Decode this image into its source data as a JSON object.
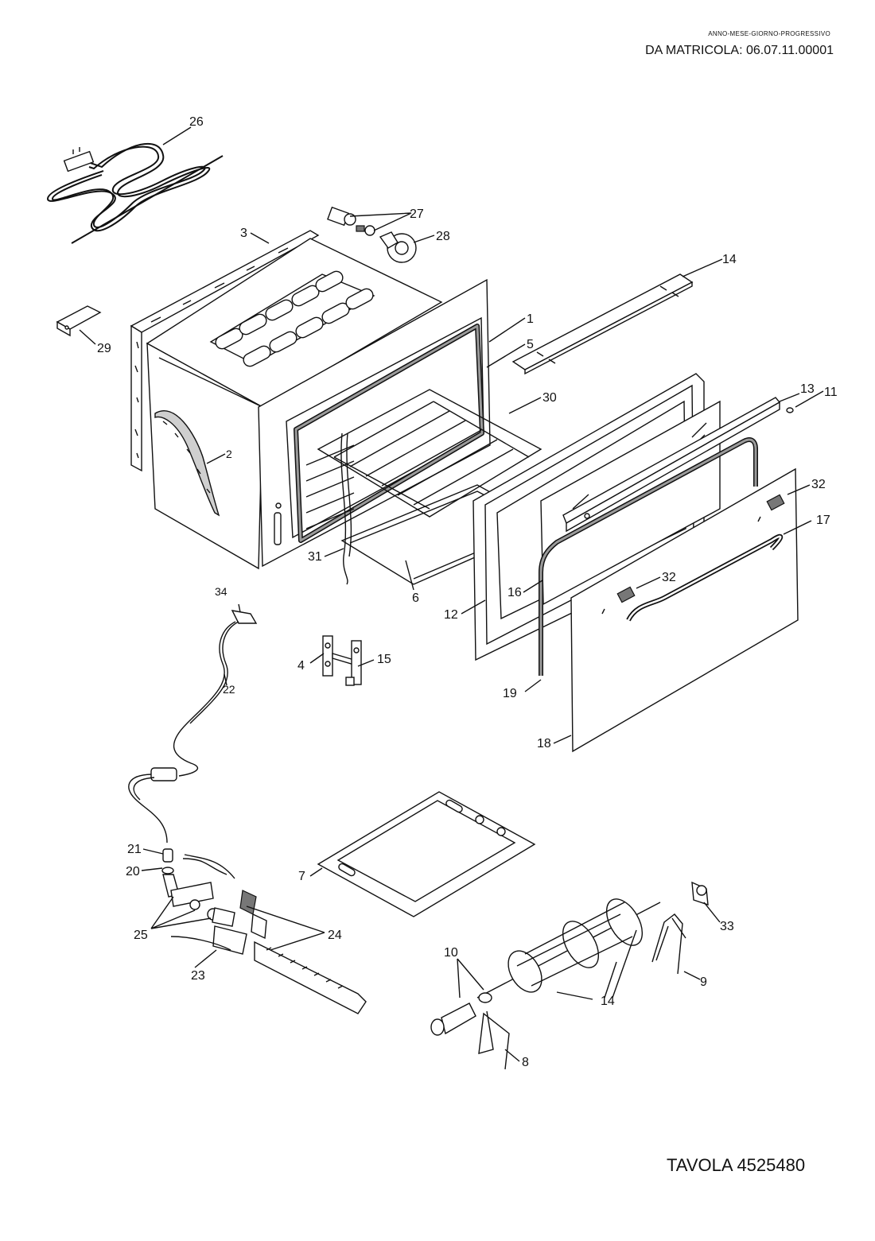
{
  "header": {
    "format_note": "ANNO-MESE-GIORNO-PROGRESSIVO",
    "serial_from": "DA MATRICOLA: 06.07.11.00001"
  },
  "footer": {
    "table_ref": "TAVOLA 4525480"
  },
  "callouts": {
    "c1": "1",
    "c2": "2",
    "c3": "3",
    "c4": "4",
    "c5": "5",
    "c6": "6",
    "c7": "7",
    "c8": "8",
    "c9": "9",
    "c10": "10",
    "c11": "11",
    "c12": "12",
    "c13": "13",
    "c14a": "14",
    "c14b": "14",
    "c15": "15",
    "c16": "16",
    "c17": "17",
    "c18": "18",
    "c19": "19",
    "c20": "20",
    "c21": "21",
    "c22": "22",
    "c23": "23",
    "c24": "24",
    "c25": "25",
    "c26": "26",
    "c27": "27",
    "c28": "28",
    "c29": "29",
    "c30": "30",
    "c31": "31",
    "c32a": "32",
    "c32b": "32",
    "c33": "33",
    "c34": "34"
  }
}
